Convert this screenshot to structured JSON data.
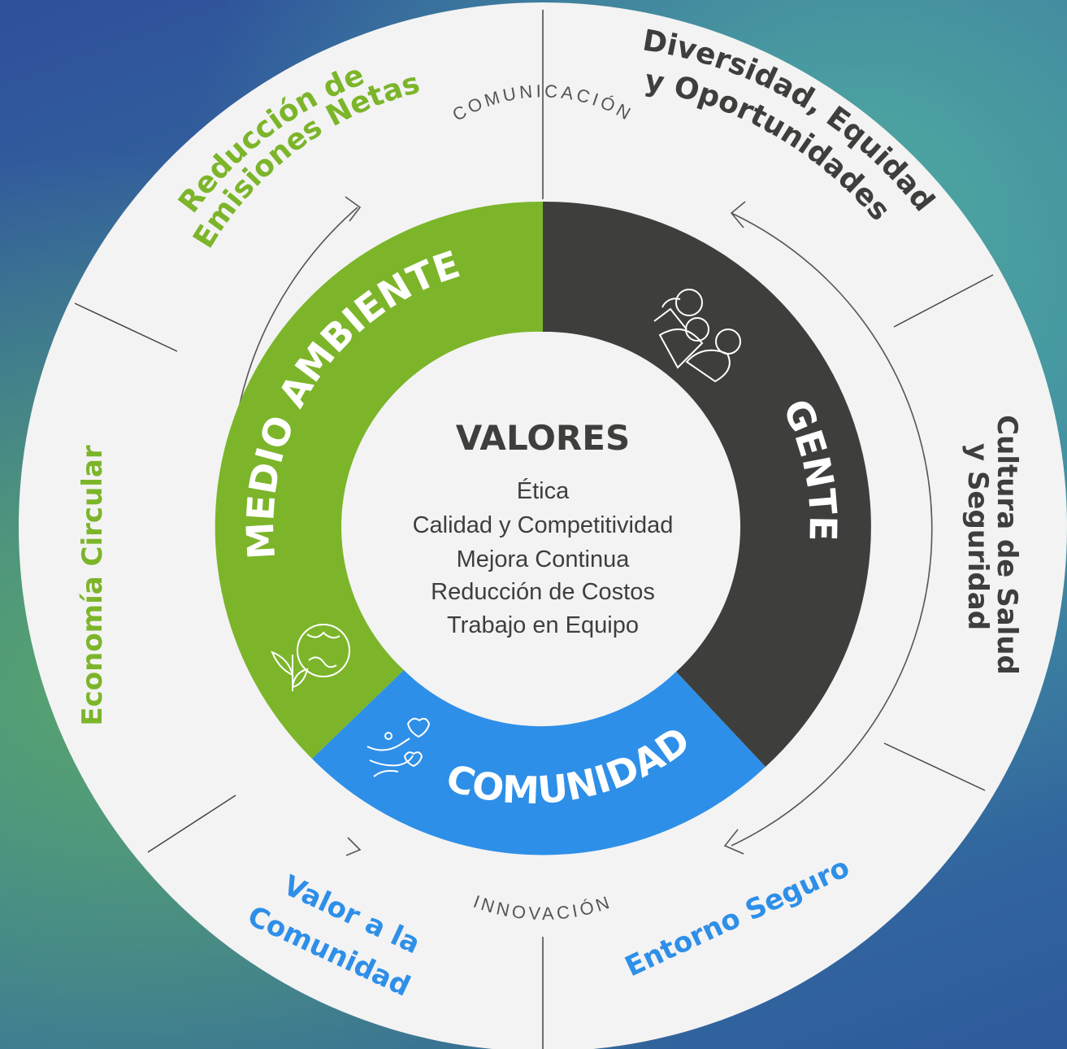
{
  "center": {
    "title": "VALORES",
    "items": [
      "Ética",
      "Calidad y Competitividad",
      "Mejora Continua",
      "Reducción de Costos",
      "Trabajo en Equipo"
    ]
  },
  "segments": {
    "environment": {
      "label": "MEDIO AMBIENTE",
      "color": "#7cb52a",
      "icon": "earth-plant-icon"
    },
    "people": {
      "label": "GENTE",
      "color": "#3e3f3c",
      "icon": "people-group-icon"
    },
    "community": {
      "label": "COMUNIDAD",
      "color": "#2e8fe8",
      "icon": "hand-heart-icon"
    }
  },
  "captions": {
    "top": "COMUNICACIÓN",
    "bottom": "INNOVACIÓN"
  },
  "outer": {
    "emissions": {
      "line1": "Reducción de",
      "line2": "Emisiones Netas",
      "color": "#7cb52a"
    },
    "diversity": {
      "line1": "Diversidad, Equidad",
      "line2": "y Oportunidades",
      "color": "#3e3f3c"
    },
    "circular": {
      "line1": "Economía Circular",
      "color": "#7cb52a"
    },
    "health": {
      "line1": "Cultura de Salud",
      "line2": "y Seguridad",
      "color": "#3e3f3c"
    },
    "community_value": {
      "line1": "Valor a la",
      "line2": "Comunidad",
      "color": "#2e8fe8"
    },
    "safe": {
      "line1": "Entorno Seguro",
      "color": "#2e8fe8"
    }
  },
  "colors": {
    "disc": "#f3f3f3",
    "divider": "#444444",
    "caption": "#555555",
    "text_dark": "#3e3f3c"
  }
}
